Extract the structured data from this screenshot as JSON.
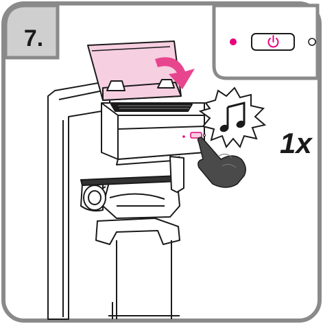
{
  "step": {
    "number": "7."
  },
  "inset": {
    "led_left": "indicator-led-magenta",
    "power_button": "power-icon",
    "led_right": "indicator-led-off"
  },
  "instruction": {
    "press_count": "1x",
    "sound_icon": "music-note-icon"
  },
  "colors": {
    "frame": "#8a8a8a",
    "step_tab": "#cfcfcf",
    "accent": "#e6007e",
    "lid_fill": "#f6cfe0",
    "arrow": "#e8458f",
    "outline": "#1a1a1a",
    "hand": "#4a4a4a"
  }
}
